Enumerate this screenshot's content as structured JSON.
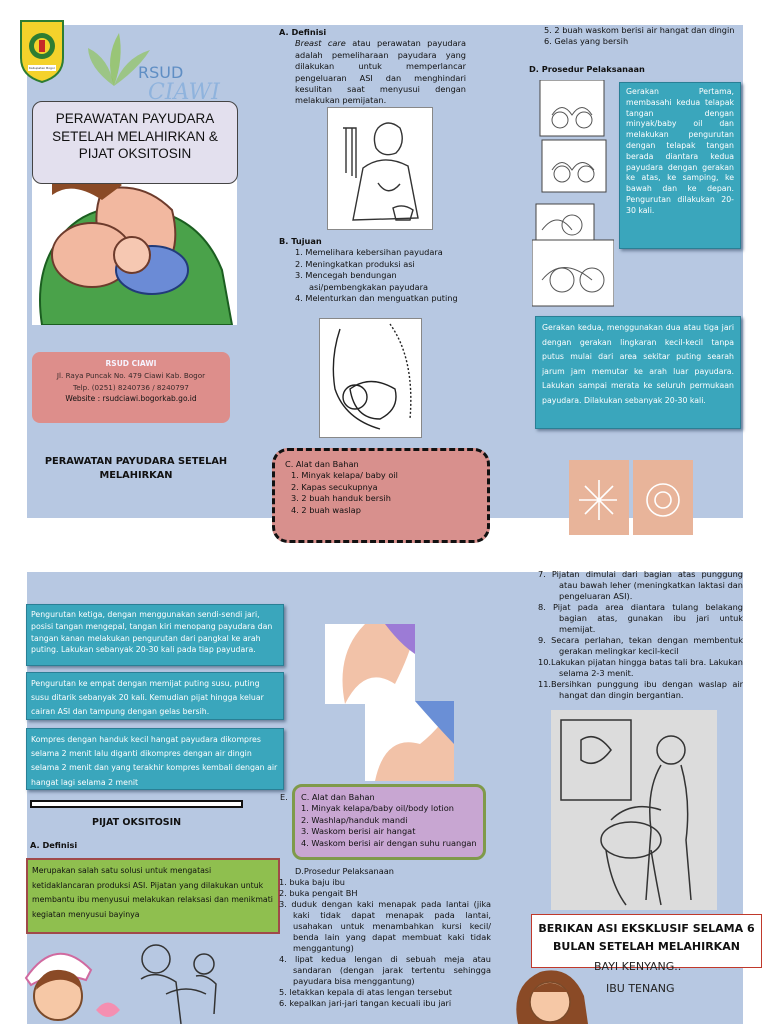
{
  "brochure": {
    "logo_caption": "Kabupaten Bogor",
    "rsud_word": "RSUD",
    "ciawi_word": "CIAWI",
    "title": "PERAWATAN PAYUDARA SETELAH MELAHIRKAN & PIJAT OKSITOSIN",
    "contact": {
      "name": "RSUD CIAWI",
      "address": "Jl. Raya Puncak No. 479 Ciawi Kab. Bogor",
      "phone": "Telp. (0251) 8240736  / 8240797",
      "website": "Website : rsudciawi.bogorkab.go.id"
    },
    "cover_subtitle": "PERAWATAN PAYUDARA SETELAH MELAHIRKAN",
    "definisi": {
      "heading": "A.  Definisi",
      "term": "Breast care",
      "text": " atau perawatan payudara adalah pemeliharaan payudara yang dilakukan untuk memperlancar pengeluaran ASI dan menghindari kesulitan saat menyusui dengan melakukan pemijatan."
    },
    "tujuan": {
      "heading": "B.  Tujuan",
      "items": [
        "1.  Memelihara kebersihan payudara",
        "2.  Meningkatkan produksi asi",
        "3.  Mencegah bendungan asi/pembengkakan payudara",
        "4.  Melenturkan dan menguatkan puting"
      ]
    },
    "alat_bahan_1": {
      "heading": "C.  Alat dan Bahan",
      "items": [
        "1.  Minyak kelapa/ baby oil",
        "2.  Kapas secukupnya",
        "3.  2 buah handuk bersih",
        "4.  2 buah waslap"
      ]
    },
    "alat_bahan_1_cont": [
      "5.  2 buah waskom berisi air hangat dan dingin",
      "6.  Gelas yang bersih"
    ],
    "prosedur_heading": "D.  Prosedur Pelaksanaan",
    "gerakan_pertama": "Gerakan Pertama, membasahi kedua telapak tangan dengan minyak/baby oil dan melakukan pengurutan dengan telapak tangan berada diantara kedua payudara dengan gerakan ke atas, ke samping, ke bawah dan ke depan. Pengurutan dilakukan 20-30 kali.",
    "gerakan_kedua": "Gerakan kedua, menggunakan dua atau tiga jari dengan gerakan lingkaran kecil-kecil tanpa putus mulai dari area sekitar puting searah jarum jam memutar ke arah luar payudara. Lakukan sampai merata ke seluruh permukaan payudara. Dilakukan sebanyak 20-30 kali.",
    "pengurutan_ketiga": "Pengurutan ketiga, dengan menggunakan sendi-sendi jari, posisi tangan mengepal, tangan kiri menopang payudara dan tangan kanan melakukan pengurutan dari pangkal ke arah puting. Lakukan sebanyak 20-30 kali pada tiap payudara.",
    "pengurutan_keempat": "Pengurutan ke empat dengan memijat puting susu, puting susu ditarik sebanyak 20 kali. Kemudian pijat hingga keluar cairan ASI dan tampung dengan gelas bersih.",
    "kompres": "Kompres dengan handuk kecil hangat payudara dikompres selama 2 menit lalu diganti dikompres dengan air dingin selama 2 menit dan yang terakhir kompres kembali dengan air hangat lagi selama 2 menit",
    "pijat_title": "PIJAT OKSITOSIN",
    "pijat_definisi_heading": "A.  Definisi",
    "pijat_definisi_text": "Merupakan salah satu solusi untuk mengatasi ketidaklancaran produksi ASI. Pijatan yang dilakukan untuk membantu ibu menyusui melakukan relaksasi dan menikmati kegiatan menyusui bayinya",
    "stray_e": "E.",
    "alat_bahan_2": {
      "heading": "C. Alat dan Bahan",
      "items": [
        "1.  Minyak kelapa/baby oil/body lotion",
        "2.  Washlap/handuk mandi",
        "3.  Waskom berisi air hangat",
        "4.  Waskom berisi air dengan suhu ruangan"
      ]
    },
    "prosedur_2": {
      "heading": "D.Prosedur Pelaksanaan",
      "items": [
        "1.  buka baju ibu",
        "2.  buka pengait BH",
        "3.  duduk dengan kaki menapak pada lantai (jika kaki tidak dapat menapak pada lantai, usahakan untuk menambahkan kursi kecil/ benda lain yang dapat membuat kaki tidak menggantung)",
        "4.     lipat kedua lengan di sebuah meja atau sandaran (dengan jarak tertentu sehingga payudara bisa menggantung)",
        "5.     letakkan kepala di atas lengan tersebut",
        "6.  kepalkan jari-jari tangan kecuali ibu jari"
      ]
    },
    "prosedur_2_cont": [
      "7.   Pijatan dimulai dari bagian atas punggung atau bawah leher (meningkatkan laktasi dan pengeluaran ASI).",
      "8.  Pijat pada area diantara tulang belakang bagian atas, gunakan ibu jari untuk memijat.",
      "9.  Secara perlahan, tekan dengan membentuk gerakan melingkar kecil-kecil",
      "10.Lakukan pijatan hingga batas tali bra. Lakukan selama 2-3 menit.",
      "11.Bersihkan punggung ibu dengan waslap air hangat dan dingin bergantian."
    ],
    "asi_banner": "BERIKAN ASI EKSKLUSIF SELAMA 6 BULAN SETELAH MELAHIRKAN",
    "bayi_kenyang": "BAYI KENYANG..",
    "ibu_tenang": "IBU TENANG"
  }
}
